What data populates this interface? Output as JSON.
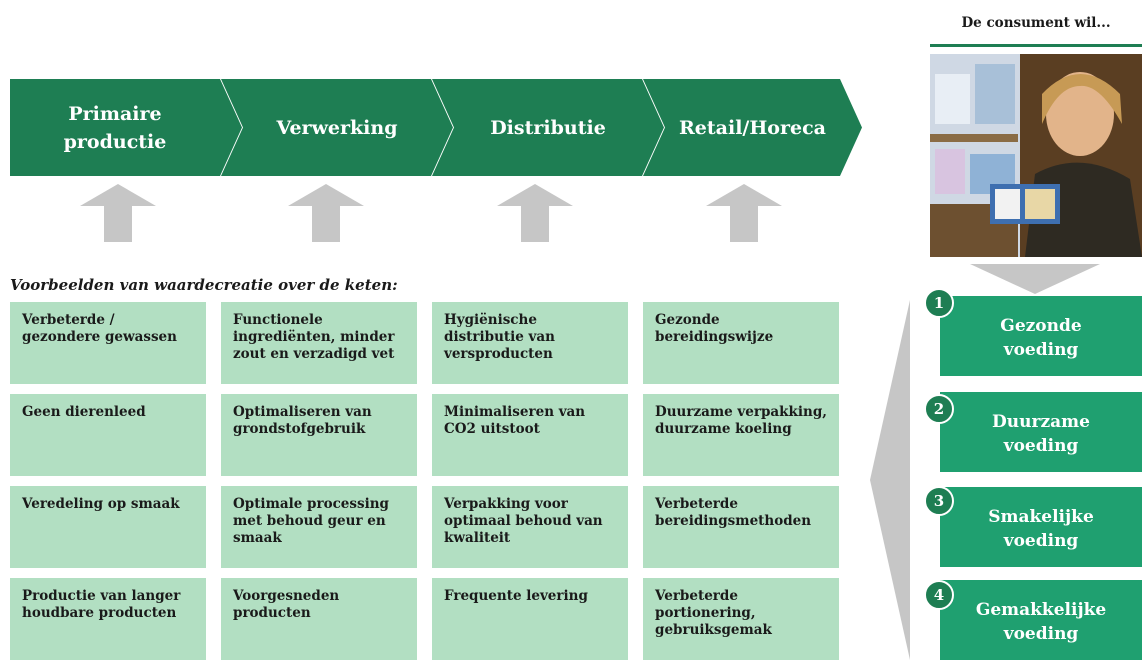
{
  "chain": {
    "stages": [
      {
        "label": "Primaire\nproductie"
      },
      {
        "label": "Verwerking"
      },
      {
        "label": "Distributie"
      },
      {
        "label": "Retail/Horeca"
      }
    ]
  },
  "examples": {
    "heading": "Voorbeelden van waardecreatie over de keten:",
    "rows": [
      [
        "Verbeterde / gezondere gewassen",
        "Functionele ingrediënten, minder zout en verzadigd vet",
        "Hygiënische distributie van versproducten",
        "Gezonde bereidingswijze"
      ],
      [
        "Geen dierenleed",
        "Optimaliseren van grondstofgebruik",
        "Minimaliseren van CO2 uitstoot",
        "Duurzame verpakking, duurzame koeling"
      ],
      [
        "Veredeling op smaak",
        "Optimale processing met behoud geur en smaak",
        "Verpakking voor optimaal behoud van kwaliteit",
        "Verbeterde bereidingsmethoden"
      ],
      [
        "Productie van langer houdbare producten",
        "Voorgesneden producten",
        "Frequente levering",
        "Verbeterde portionering, gebruiksgemak"
      ]
    ]
  },
  "consumer": {
    "title": "De consument wil...",
    "needs": [
      {
        "num": "1",
        "label": "Gezonde voeding"
      },
      {
        "num": "2",
        "label": "Duurzame voeding"
      },
      {
        "num": "3",
        "label": "Smakelijke voeding"
      },
      {
        "num": "4",
        "label": "Gemakkelijke voeding"
      }
    ]
  },
  "colors": {
    "chain_green": "#1e7e53",
    "cell_green": "#b2dfc2",
    "need_green": "#1fa070",
    "arrow_gray": "#c6c6c6"
  }
}
